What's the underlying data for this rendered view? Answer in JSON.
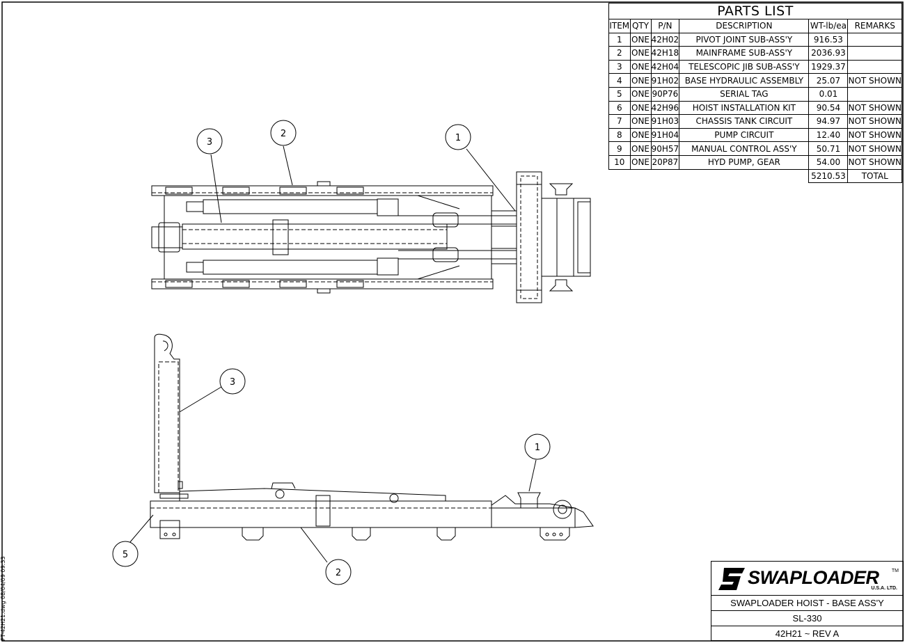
{
  "parts_list": {
    "title": "PARTS LIST",
    "headers": [
      "ITEM",
      "QTY",
      "P/N",
      "DESCRIPTION",
      "WT-lb/ea",
      "REMARKS"
    ],
    "rows": [
      [
        "1",
        "ONE",
        "42H02",
        "PIVOT JOINT SUB-ASS'Y",
        "916.53",
        ""
      ],
      [
        "2",
        "ONE",
        "42H18",
        "MAINFRAME SUB-ASS'Y",
        "2036.93",
        ""
      ],
      [
        "3",
        "ONE",
        "42H04",
        "TELESCOPIC JIB SUB-ASS'Y",
        "1929.37",
        ""
      ],
      [
        "4",
        "ONE",
        "91H02",
        "BASE HYDRAULIC ASSEMBLY",
        "25.07",
        "NOT SHOWN"
      ],
      [
        "5",
        "ONE",
        "90P76",
        "SERIAL TAG",
        "0.01",
        ""
      ],
      [
        "6",
        "ONE",
        "42H96",
        "HOIST INSTALLATION KIT",
        "90.54",
        "NOT SHOWN"
      ],
      [
        "7",
        "ONE",
        "91H03",
        "CHASSIS TANK CIRCUIT",
        "94.97",
        "NOT SHOWN"
      ],
      [
        "8",
        "ONE",
        "91H04",
        "PUMP CIRCUIT",
        "12.40",
        "NOT SHOWN"
      ],
      [
        "9",
        "ONE",
        "90H57",
        "MANUAL CONTROL ASS'Y",
        "50.71",
        "NOT SHOWN"
      ],
      [
        "10",
        "ONE",
        "20P87",
        "HYD PUMP, GEAR",
        "54.00",
        "NOT SHOWN"
      ]
    ],
    "total_weight": "5210.53",
    "total_label": "TOTAL"
  },
  "title_block": {
    "brand": "SWAPLOADER",
    "brand_sub": "U.S.A.   LTD.",
    "trademark": "TM",
    "drawing_title": "SWAPLOADER HOIST - BASE ASS'Y",
    "model": "SL-330",
    "drawing_number": "42H21 ~ REV A"
  },
  "file_stamp": "PT-42H21.dwg  08/04/09 09:33",
  "balloons": {
    "top_view": [
      "3",
      "2",
      "1"
    ],
    "side_view": [
      "3",
      "1",
      "5",
      "2"
    ]
  },
  "colors": {
    "line": "#000000",
    "background": "#ffffff"
  }
}
